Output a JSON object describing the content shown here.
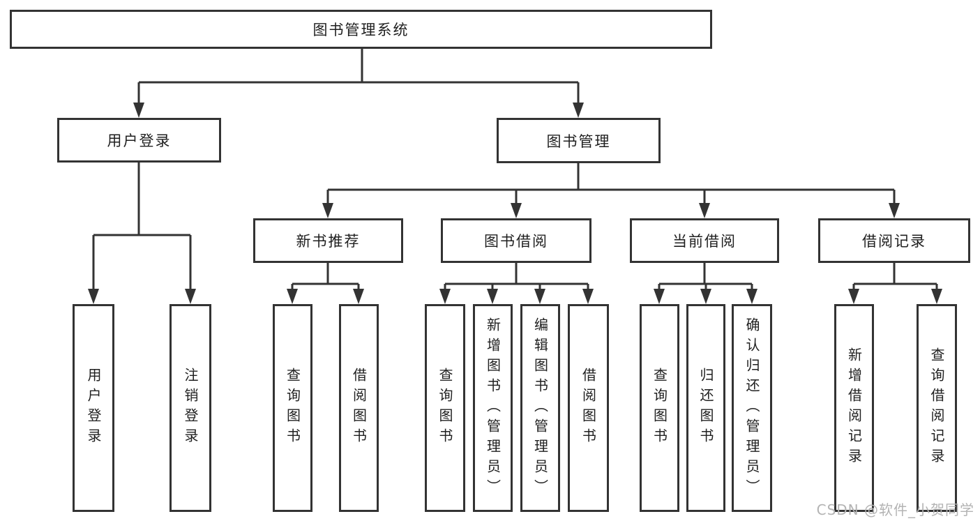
{
  "diagram": {
    "root": {
      "label": "图书管理系统"
    },
    "level2": [
      {
        "label": "用户登录",
        "children": [
          {
            "label": "用户登录"
          },
          {
            "label": "注销登录"
          }
        ]
      },
      {
        "label": "图书管理",
        "children": [
          {
            "label": "新书推荐",
            "children": [
              {
                "label": "查询图书"
              },
              {
                "label": "借阅图书"
              }
            ]
          },
          {
            "label": "图书借阅",
            "children": [
              {
                "label": "查询图书"
              },
              {
                "label": "新增图书（管理员）"
              },
              {
                "label": "编辑图书（管理员）"
              },
              {
                "label": "借阅图书"
              }
            ]
          },
          {
            "label": "当前借阅",
            "children": [
              {
                "label": "查询图书"
              },
              {
                "label": "归还图书"
              },
              {
                "label": "确认归还（管理员）"
              }
            ]
          },
          {
            "label": "借阅记录",
            "children": [
              {
                "label": "新增借阅记录"
              },
              {
                "label": "查询借阅记录"
              }
            ]
          }
        ]
      }
    ]
  },
  "watermark": {
    "text": "CSDN @软件_小贺同学"
  },
  "colors": {
    "line": "#333333",
    "border": "#333333",
    "text": "#1f1f1f",
    "watermark": "#b3b3b3",
    "background": "#ffffff"
  }
}
